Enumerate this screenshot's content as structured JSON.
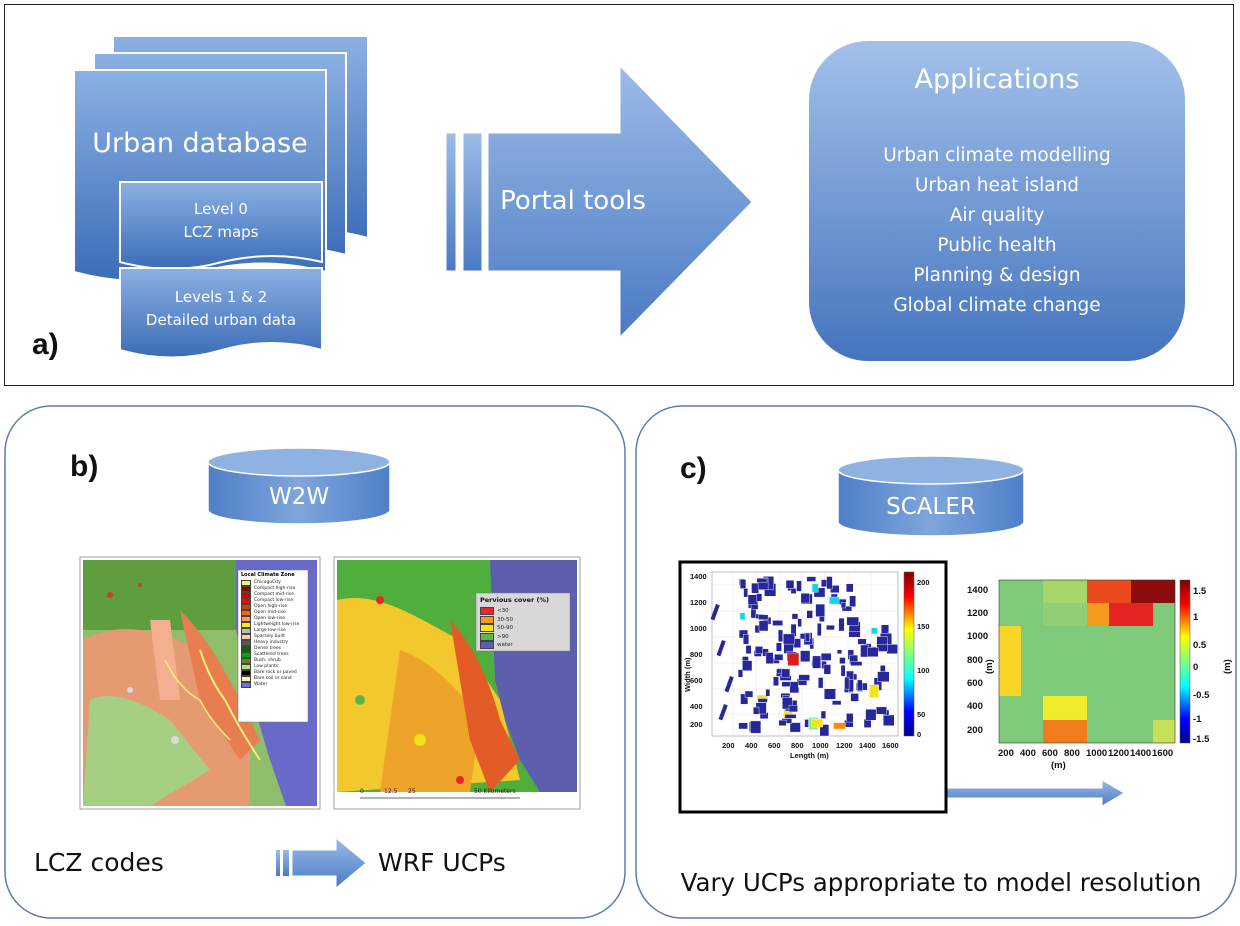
{
  "panel_a": {
    "label": "a)",
    "database_title": "Urban database",
    "level0": [
      "Level 0",
      "LCZ maps"
    ],
    "levels12": [
      "Levels 1 & 2",
      "Detailed urban data"
    ],
    "portal_label": "Portal tools",
    "applications": {
      "title": "Applications",
      "items": [
        "Urban climate modelling",
        "Urban heat island",
        "Air quality",
        "Public health",
        "Planning & design",
        "Global climate change"
      ]
    }
  },
  "panel_b": {
    "label": "b)",
    "db_label": "W2W",
    "left_caption": "LCZ codes",
    "right_caption": "WRF UCPs",
    "lcz_legend": {
      "title": "Local Climate Zone",
      "items": [
        {
          "label": "ChicagoCity",
          "color": "#f5ee7a"
        },
        {
          "label": "Compact high-rise",
          "color": "#8c0000"
        },
        {
          "label": "Compact mid-rise",
          "color": "#d10000"
        },
        {
          "label": "Compact low-rise",
          "color": "#ff0000"
        },
        {
          "label": "Open high-rise",
          "color": "#bf4d00"
        },
        {
          "label": "Open mid-rise",
          "color": "#ff6600"
        },
        {
          "label": "Open low-rise",
          "color": "#ff9955"
        },
        {
          "label": "Lightweight low-rise",
          "color": "#faee05"
        },
        {
          "label": "Large low-rise",
          "color": "#bcbcbc"
        },
        {
          "label": "Sparsely built",
          "color": "#ffccaa"
        },
        {
          "label": "Heavy industry",
          "color": "#555555"
        },
        {
          "label": "Dense trees",
          "color": "#006a00"
        },
        {
          "label": "Scattered trees",
          "color": "#00aa00"
        },
        {
          "label": "Bush, shrub",
          "color": "#648525"
        },
        {
          "label": "Low plants",
          "color": "#b9db79"
        },
        {
          "label": "Bare rock or paved",
          "color": "#000000"
        },
        {
          "label": "Bare soil or sand",
          "color": "#fbf7ae"
        },
        {
          "label": "Water",
          "color": "#6a6aff"
        }
      ]
    },
    "pervious_legend": {
      "title": "Pervious cover (%)",
      "items": [
        {
          "label": "<30",
          "color": "#e8262b"
        },
        {
          "label": "30-50",
          "color": "#f39a1f"
        },
        {
          "label": "50-90",
          "color": "#f3e21c"
        },
        {
          "label": ">90",
          "color": "#5cb845"
        },
        {
          "label": "water",
          "color": "#5d5fae"
        }
      ]
    },
    "scale_bar": {
      "ticks": [
        "0",
        "12.5",
        "25",
        "50 Kilometers"
      ]
    }
  },
  "panel_c": {
    "label": "c)",
    "db_label": "SCALER",
    "caption": "Vary UCPs appropriate to model resolution",
    "left_plot": {
      "ylabel": "Width (m)",
      "xlabel": "Length (m)",
      "yticks": [
        "1400",
        "1200",
        "1000",
        "800",
        "600",
        "400",
        "200"
      ],
      "xticks": [
        "200",
        "400",
        "600",
        "800",
        "1000",
        "1200",
        "1400",
        "1600"
      ],
      "colorbar_ticks": [
        "200",
        "150",
        "100",
        "50",
        "0"
      ]
    },
    "right_plot": {
      "ylabel": "(m)",
      "xlabel": "(m)",
      "colorbar_unit": "(m)",
      "yticks": [
        "1400",
        "1200",
        "1000",
        "800",
        "600",
        "400",
        "200"
      ],
      "xticks": [
        "200",
        "400",
        "600",
        "800",
        "1000",
        "1200",
        "1400",
        "1600"
      ],
      "colorbar_ticks": [
        "1.5",
        "1",
        "0.5",
        "0",
        "-0.5",
        "-1",
        "-1.5"
      ]
    }
  },
  "colors": {
    "shape_fill_top": "#86abe0",
    "shape_fill_bottom": "#3d6db8",
    "shape_stroke": "#ffffff",
    "panel_border": "#5b7db3"
  }
}
